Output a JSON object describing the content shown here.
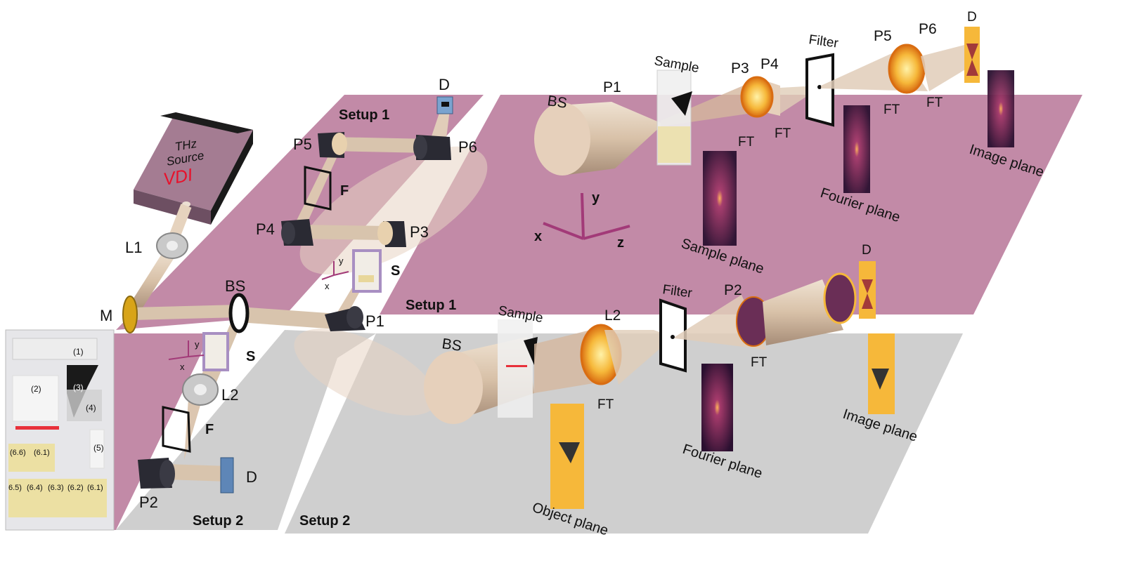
{
  "source": {
    "line1": "THz",
    "line2": "Source",
    "brand": "VDI"
  },
  "labels": {
    "L1": "L1",
    "M": "M",
    "BS": "BS",
    "P1": "P1",
    "P2": "P2",
    "P3": "P3",
    "P4": "P4",
    "P5": "P5",
    "P6": "P6",
    "L2": "L2",
    "D": "D",
    "F": "F",
    "S": "S",
    "x": "x",
    "y": "y",
    "z": "z",
    "FT": "FT"
  },
  "setups": {
    "setup1": "Setup 1",
    "setup2": "Setup 2"
  },
  "optics": {
    "sample": "Sample",
    "filter": "Filter",
    "sample_plane": "Sample plane",
    "fourier_plane": "Fourier plane",
    "image_plane": "Image plane",
    "object_plane": "Object plane"
  },
  "sample_photo": {
    "items": [
      "(1)",
      "(2)",
      "(3)",
      "(4)",
      "(5)"
    ],
    "row1": [
      "(6.6)",
      "(6.1)"
    ],
    "row2": [
      "6.5)",
      "(6.4)",
      "(6.3)",
      "(6.2)",
      "(6.1)"
    ]
  },
  "colors": {
    "plane_top": "#c28aa7",
    "plane_bottom": "#cdcdcd",
    "hot": "#f6b83a",
    "axis": "#a23a78"
  }
}
